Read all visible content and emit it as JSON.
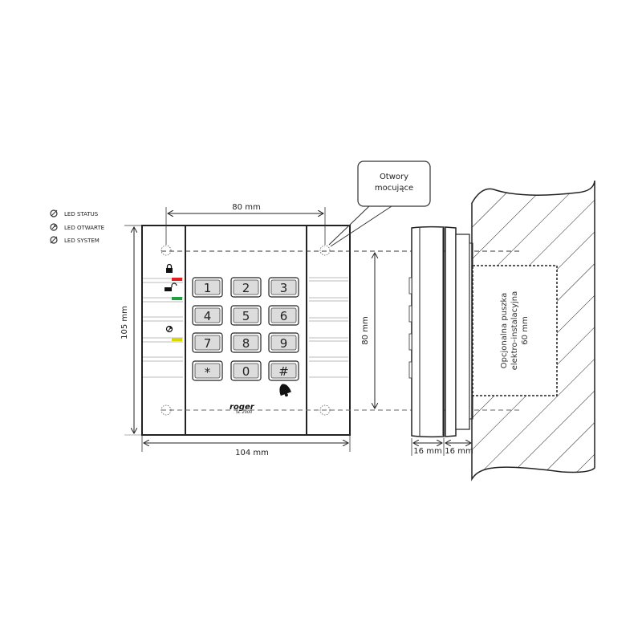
{
  "legend": {
    "items": [
      {
        "icon": "led-status-icon",
        "label": "LED STATUS"
      },
      {
        "icon": "led-open-icon",
        "label": "LED OTWARTE"
      },
      {
        "icon": "led-system-icon",
        "label": "LED SYSTEM"
      }
    ]
  },
  "callout": {
    "line1": "Otwory",
    "line2": "mocujące"
  },
  "dimensions": {
    "top_width": "80 mm",
    "total_height": "105 mm",
    "total_width": "104 mm",
    "mount_height": "80 mm",
    "depth_front": "16 mm",
    "depth_back": "16 mm"
  },
  "keypad": {
    "keys": [
      "1",
      "2",
      "3",
      "4",
      "5",
      "6",
      "7",
      "8",
      "9",
      "*",
      "0",
      "#"
    ]
  },
  "device": {
    "brand": "roger",
    "model": "SL 2000",
    "led_colors": {
      "status": "#e02020",
      "open": "#20a040",
      "system": "#d8d800"
    }
  },
  "wall_box": {
    "line1": "Opcjonalna puszka",
    "line2": "elektro-instalacyjna",
    "line3": "60 mm"
  }
}
